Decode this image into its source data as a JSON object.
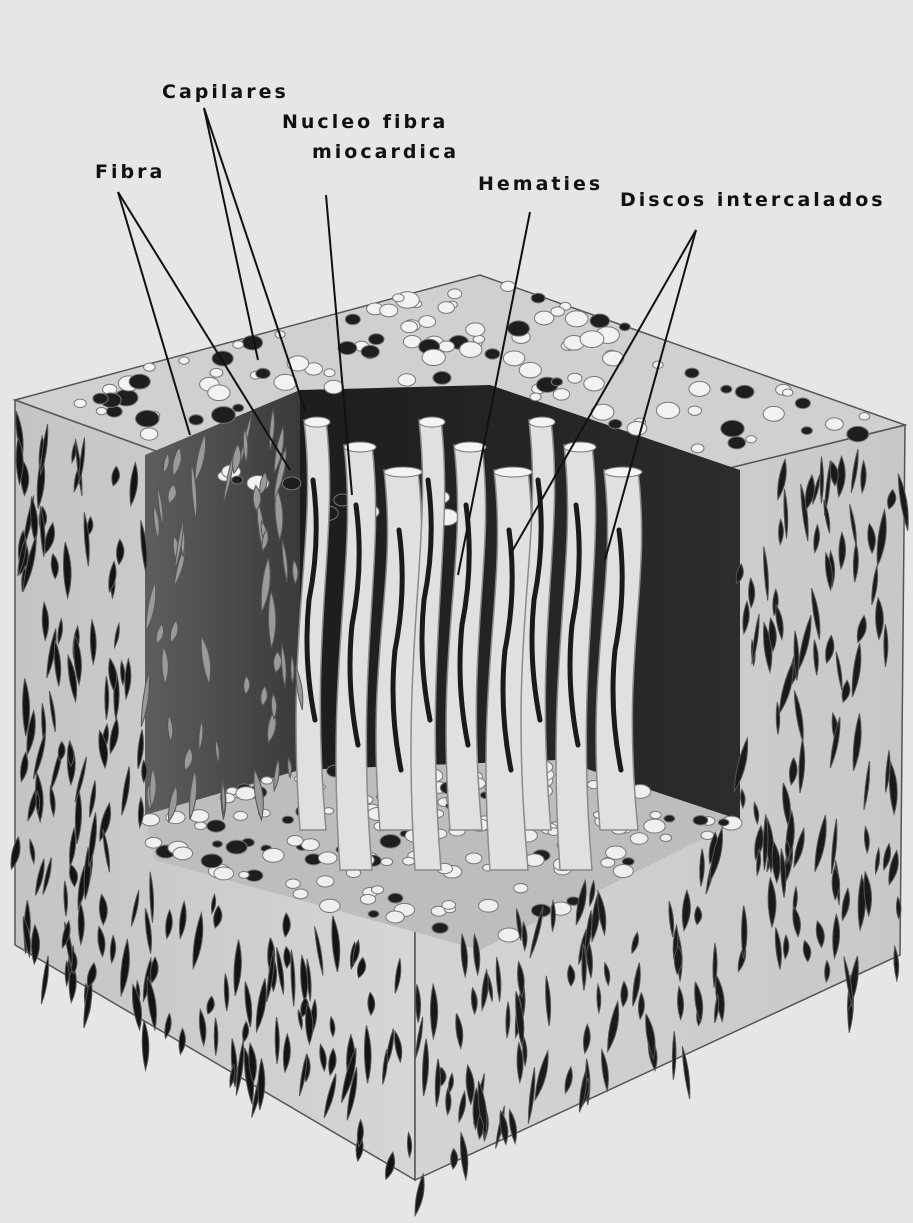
{
  "labels": {
    "capilares": "Capilares",
    "nucleo_line1": "Nucleo fibra",
    "nucleo_line2": "miocardica",
    "fibra": "Fibra",
    "hematies": "Hematies",
    "discos": "Discos intercalados"
  },
  "colors": {
    "background": "#e6e6e6",
    "tissue_light": "#d9d9d9",
    "tissue_mid": "#bdbdbd",
    "cavity_dark": "#2a2a2a",
    "ink": "#111111"
  }
}
